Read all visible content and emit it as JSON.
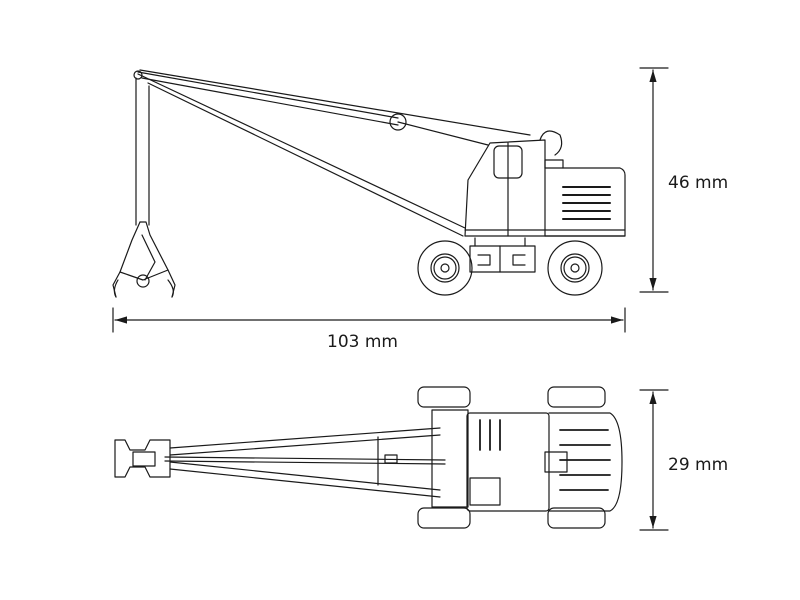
{
  "dimensions": {
    "height": "46 mm",
    "length": "103 mm",
    "width": "29 mm"
  },
  "colors": {
    "line": "#1a1a1a",
    "background": "#ffffff"
  }
}
